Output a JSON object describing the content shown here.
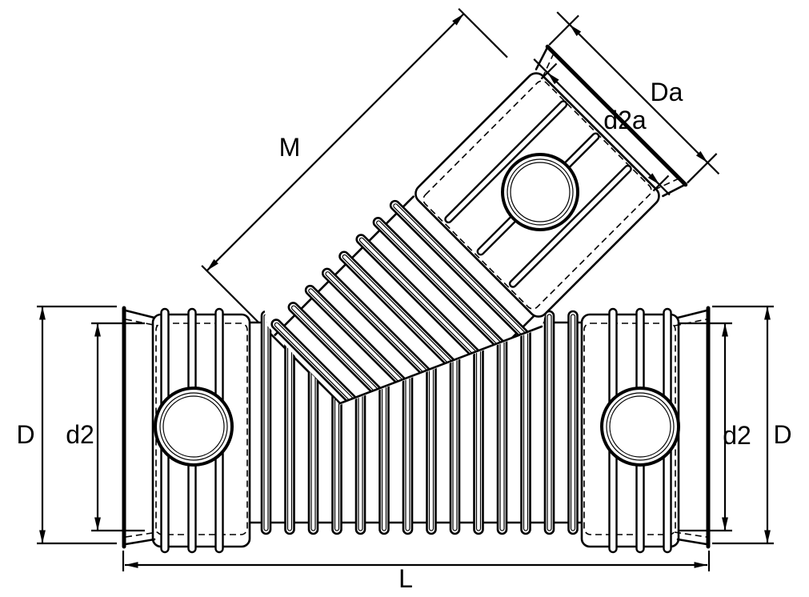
{
  "drawing": {
    "kind": "dimension-drawing",
    "colors": {
      "line": "#000000",
      "background": "#ffffff"
    },
    "labels": {
      "branch_length": "M",
      "branch_outer_diameter": "Da",
      "branch_inner_diameter": "d2a",
      "outer_diameter_left": "D",
      "inner_diameter_left": "d2",
      "inner_diameter_right": "d2",
      "outer_diameter_right": "D",
      "overall_length": "L"
    }
  }
}
